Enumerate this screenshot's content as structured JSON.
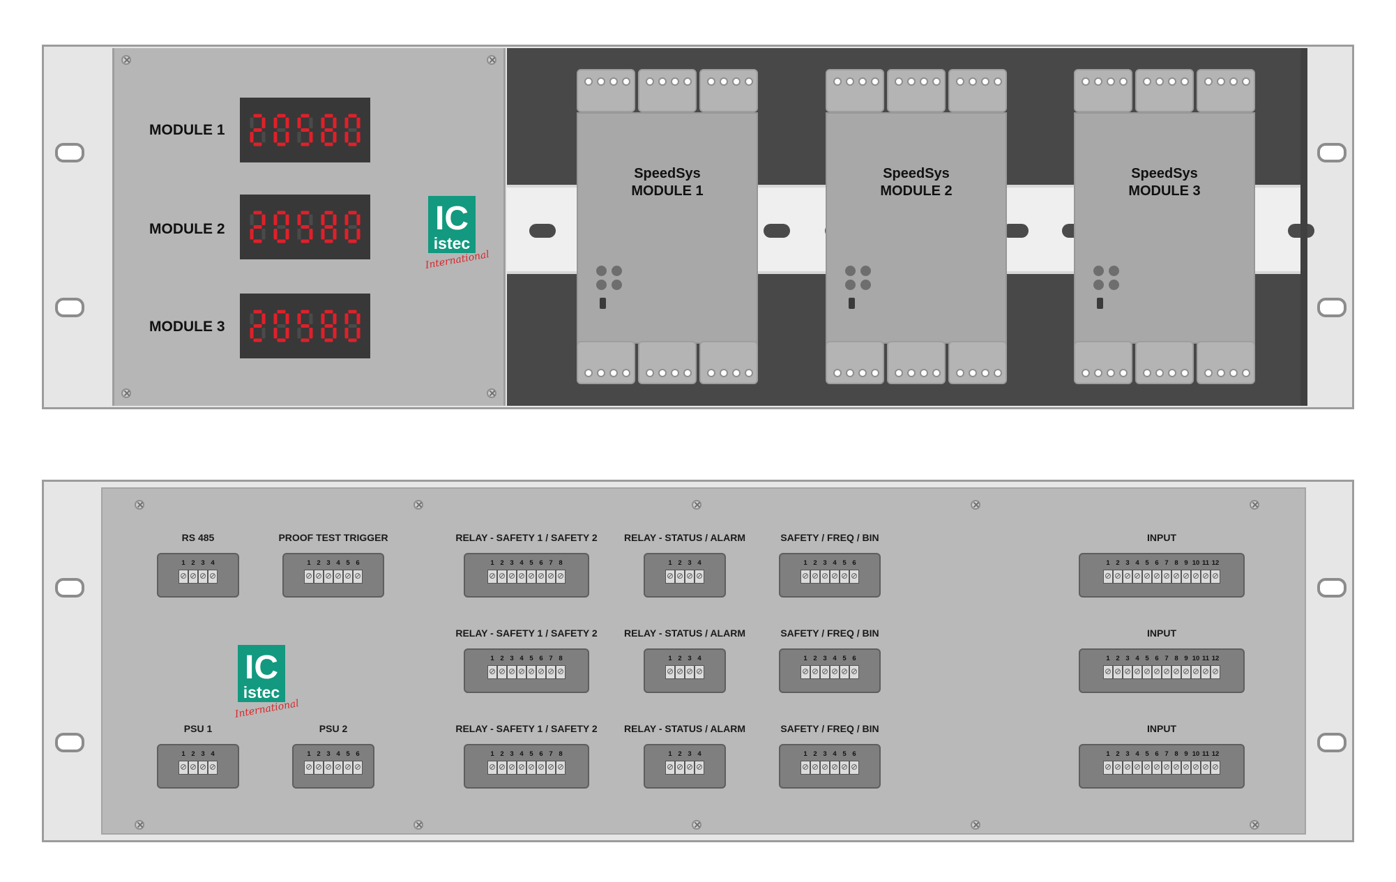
{
  "front_panel": {
    "displays": [
      {
        "label": "MODULE 1",
        "reading": "20580"
      },
      {
        "label": "MODULE 2",
        "reading": "20580"
      },
      {
        "label": "MODULE 3",
        "reading": "20580"
      }
    ],
    "din_modules": [
      {
        "line1": "SpeedSys",
        "line2": "MODULE 1"
      },
      {
        "line1": "SpeedSys",
        "line2": "MODULE 2"
      },
      {
        "line1": "SpeedSys",
        "line2": "MODULE 3"
      }
    ],
    "logo": {
      "mark": "IC",
      "name": "istec",
      "tagline": "International"
    }
  },
  "rear_panel": {
    "logo": {
      "mark": "IC",
      "name": "istec",
      "tagline": "International"
    },
    "connectors": {
      "rs485": {
        "label": "RS 485",
        "terminals": [
          "1",
          "2",
          "3",
          "4"
        ]
      },
      "proof_test": {
        "label": "PROOF TEST TRIGGER",
        "terminals": [
          "1",
          "2",
          "3",
          "4",
          "5",
          "6"
        ]
      },
      "psu1": {
        "label": "PSU 1",
        "terminals": [
          "1",
          "2",
          "3",
          "4"
        ]
      },
      "psu2": {
        "label": "PSU 2",
        "terminals": [
          "1",
          "2",
          "3",
          "4",
          "5",
          "6"
        ]
      },
      "relay_safety": {
        "label": "RELAY - SAFETY 1 / SAFETY 2",
        "terminals": [
          "1",
          "2",
          "3",
          "4",
          "5",
          "6",
          "7",
          "8"
        ]
      },
      "relay_status": {
        "label": "RELAY - STATUS / ALARM",
        "terminals": [
          "1",
          "2",
          "3",
          "4"
        ]
      },
      "safety_freq": {
        "label": "SAFETY / FREQ / BIN",
        "terminals": [
          "1",
          "2",
          "3",
          "4",
          "5",
          "6"
        ]
      },
      "input": {
        "label": "INPUT",
        "terminals": [
          "1",
          "2",
          "3",
          "4",
          "5",
          "6",
          "7",
          "8",
          "9",
          "10",
          "11",
          "12"
        ]
      }
    }
  },
  "colors": {
    "segment_on": "#e0202a",
    "segment_off": "#4a4a4a",
    "logo_green": "#12997f",
    "logo_red": "#d8262a"
  }
}
